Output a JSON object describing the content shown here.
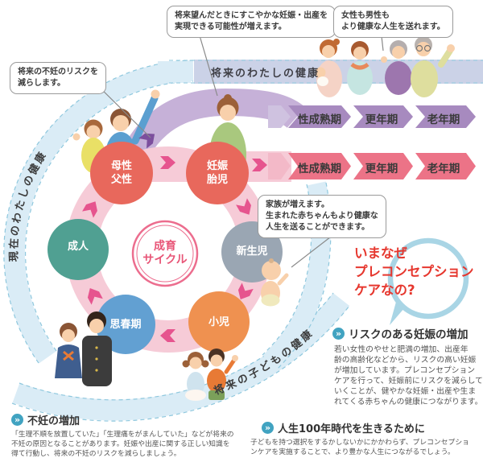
{
  "callouts": {
    "infertility": "将来の不妊のリスクを\n減らします。",
    "pregnancy": "将来望んだときにすこやかな妊娠・出産を\n実現できる可能性が増えます。",
    "healthy_life": "女性も男性も\nより健康な人生を送れます。",
    "family": "家族が増えます。\n生まれた赤ちゃんもより健康な\n人生を送ることができます。"
  },
  "arcs": {
    "current_health": "現在のわたしの健康",
    "future_health": "将来のわたしの健康",
    "child_health": "将来の子どもの健康"
  },
  "stages": {
    "labels": [
      "性成熟期",
      "更年期",
      "老年期"
    ]
  },
  "cycle": {
    "center": "成育\nサイクル",
    "maternity": "母性\n父性",
    "pregnancy": "妊娠\n胎児",
    "newborn": "新生児",
    "child": "小児",
    "adolescence": "思春期",
    "adult": "成人"
  },
  "headline": "いまなぜ\nプレコンセプション\nケアなの?",
  "sections": {
    "infertility": {
      "icon": "»",
      "title": "不妊の増加",
      "body": "「生理不順を放置していた」「生理痛をがまんしていた」などが将来の\n不妊の原因となることがあります。妊娠や出産に関する正しい知識を\n得て行動し、将来の不妊のリスクを減らしましょう。"
    },
    "risk": {
      "icon": "»",
      "title": "リスクのある妊娠の増加",
      "body": "若い女性のやせと肥満の増加、出産年\n齢の高齢化などから、リスクの高い妊娠\nが増加しています。プレコンセプション\nケアを行って、妊娠前にリスクを減らして\nいくことが、健やかな妊娠・出産や生ま\nれてくる赤ちゃんの健康につながります。"
    },
    "life100": {
      "icon": "»",
      "title": "人生100年時代を生きるために",
      "body": "子どもを持つ選択をするかしないかにかかわらず、プレコンセプショ\nンケアを実施することで、より豊かな人生につながるでしょう。"
    }
  },
  "colors": {
    "accent_red": "#e6372e",
    "stage_pink": "#ec7387",
    "stage_purple": "#a78abf",
    "arrow_pink": "#e6548e",
    "node_red": "#e8685c",
    "node_gray": "#9aa6b3",
    "node_orange": "#ef9150",
    "node_blue": "#62a0d2",
    "node_teal": "#50a092"
  }
}
